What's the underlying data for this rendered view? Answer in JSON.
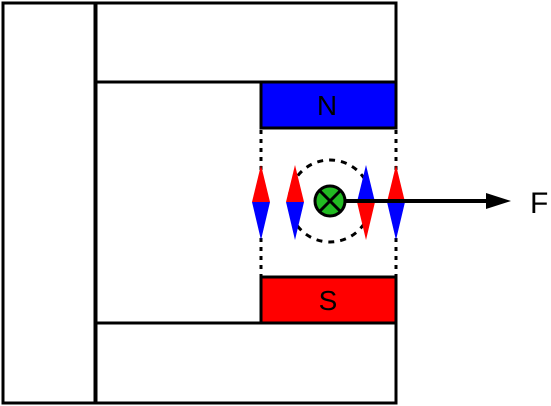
{
  "magnet": {
    "north_label": "N",
    "south_label": "S",
    "north_color": "#0000ff",
    "south_color": "#ff0000"
  },
  "conductor": {
    "color": "#22bb22",
    "current_direction": "into-page"
  },
  "compass_needles": [
    {
      "top_color": "#ff0000",
      "bottom_color": "#0000ff"
    },
    {
      "top_color": "#ff0000",
      "bottom_color": "#0000ff"
    },
    {
      "top_color": "#0000ff",
      "bottom_color": "#ff0000"
    },
    {
      "top_color": "#ff0000",
      "bottom_color": "#0000ff"
    }
  ],
  "force": {
    "label": "F"
  }
}
